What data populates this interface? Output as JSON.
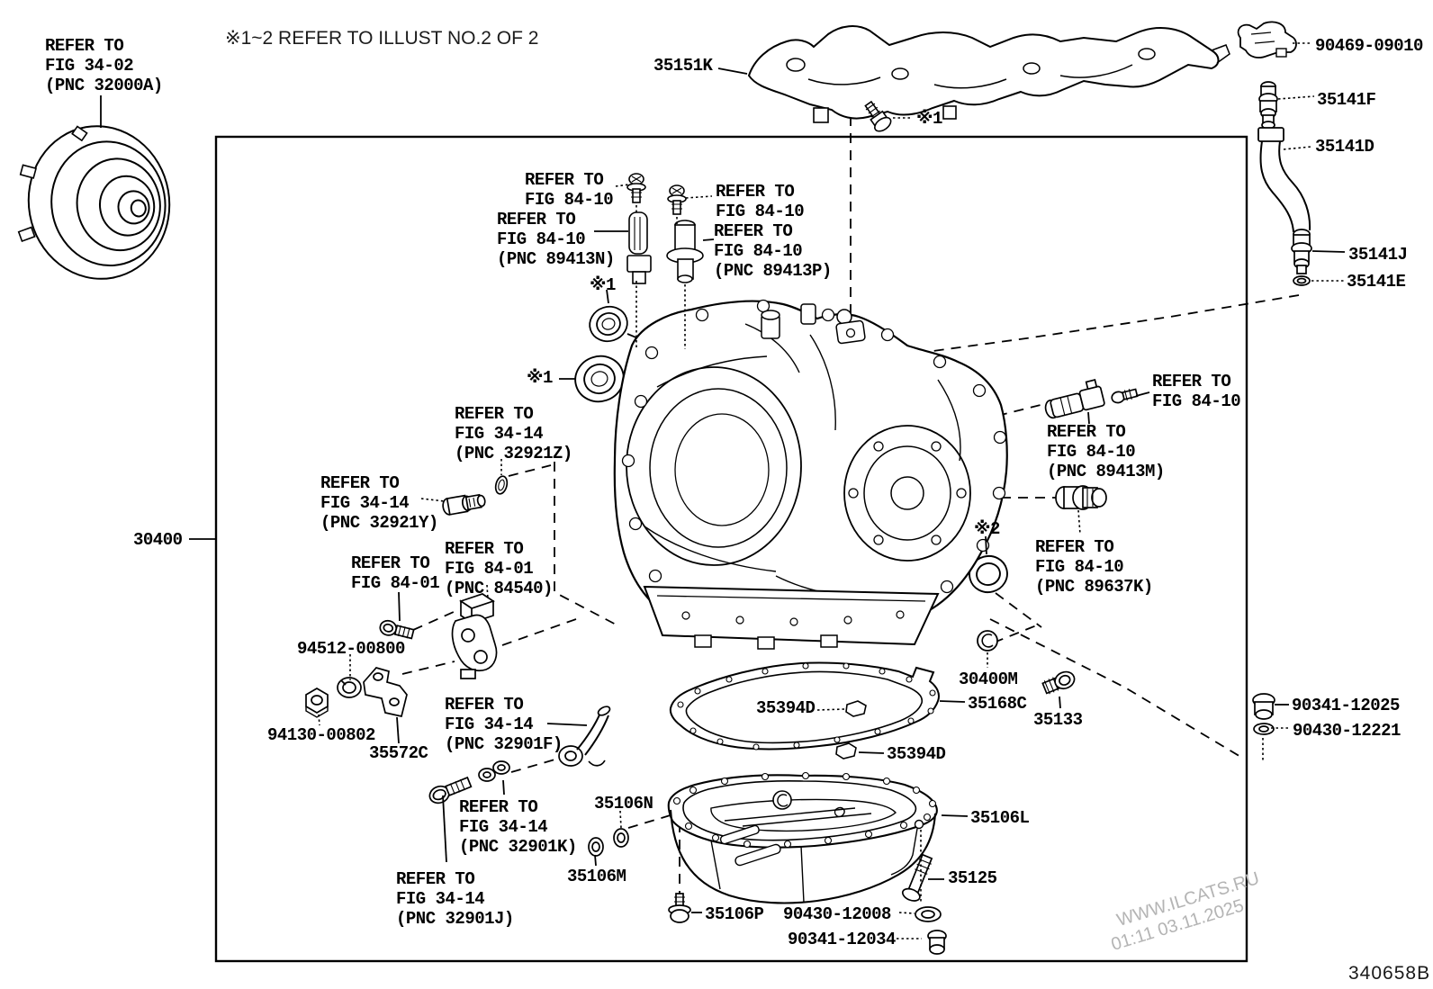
{
  "diagram": {
    "note": "※1~2 REFER TO ILLUST NO.2 OF 2",
    "figure_code": "340658B",
    "watermark": {
      "site": "WWW.ILCATS.RU",
      "timestamp": "01:11 03.11.2025"
    },
    "line_color": "#000000",
    "watermark_color": "#b4b4b4",
    "callouts": {
      "torque_converter_ref": "REFER TO\nFIG 34-02\n(PNC 32000A)",
      "heat_shield": "35151K",
      "bolt_ast1": "※1",
      "clip": "90469-09010",
      "breather_plug": "35141F",
      "breather_hose": "35141D",
      "breather_union": "35141J",
      "breather_oring": "35141E",
      "ref_8410_a": "REFER TO\nFIG 84-10",
      "ref_89413n": "REFER TO\nFIG 84-10\n(PNC 89413N)",
      "ref_8410_b": "REFER TO\nFIG 84-10",
      "ref_89413p": "REFER TO\nFIG 84-10\n(PNC 89413P)",
      "seal_ast1_a": "※1",
      "seal_ast1_b": "※1",
      "ref_32921z": "REFER TO\nFIG 34-14\n(PNC 32921Z)",
      "ref_32921y": "REFER TO\nFIG 34-14\n(PNC 32921Y)",
      "transaxle_assy": "30400",
      "ref_8401": "REFER TO\nFIG 84-01",
      "ref_84540": "REFER TO\nFIG 84-01\n(PNC 84540)",
      "washer_94512": "94512-00800",
      "nut_94130": "94130-00802",
      "bracket_35572c": "35572C",
      "ref_32901f": "REFER TO\nFIG 34-14\n(PNC 32901F)",
      "ref_32901k": "REFER TO\nFIG 34-14\n(PNC 32901K)",
      "ref_32901j": "REFER TO\nFIG 34-14\n(PNC 32901J)",
      "grommet_35106n": "35106N",
      "grommet_35106m": "35106M",
      "gasket_piece_a": "35394D",
      "gasket_piece_b": "35394D",
      "ring_30400m": "30400M",
      "pan_gasket": "35168C",
      "plug_35133": "35133",
      "ref_8410_c": "REFER TO\nFIG 84-10",
      "ref_89413m": "REFER TO\nFIG 84-10\n(PNC 89413M)",
      "seal_ast2": "※2",
      "ref_89637k": "REFER TO\nFIG 84-10\n(PNC 89637K)",
      "plug_90341_12025": "90341-12025",
      "washer_90430_12221": "90430-12221",
      "oil_pan": "35106L",
      "drain_bolt": "35125",
      "bolt_35106p": "35106P",
      "washer_90430_12008": "90430-12008",
      "plug_90341_12034": "90341-12034"
    }
  }
}
